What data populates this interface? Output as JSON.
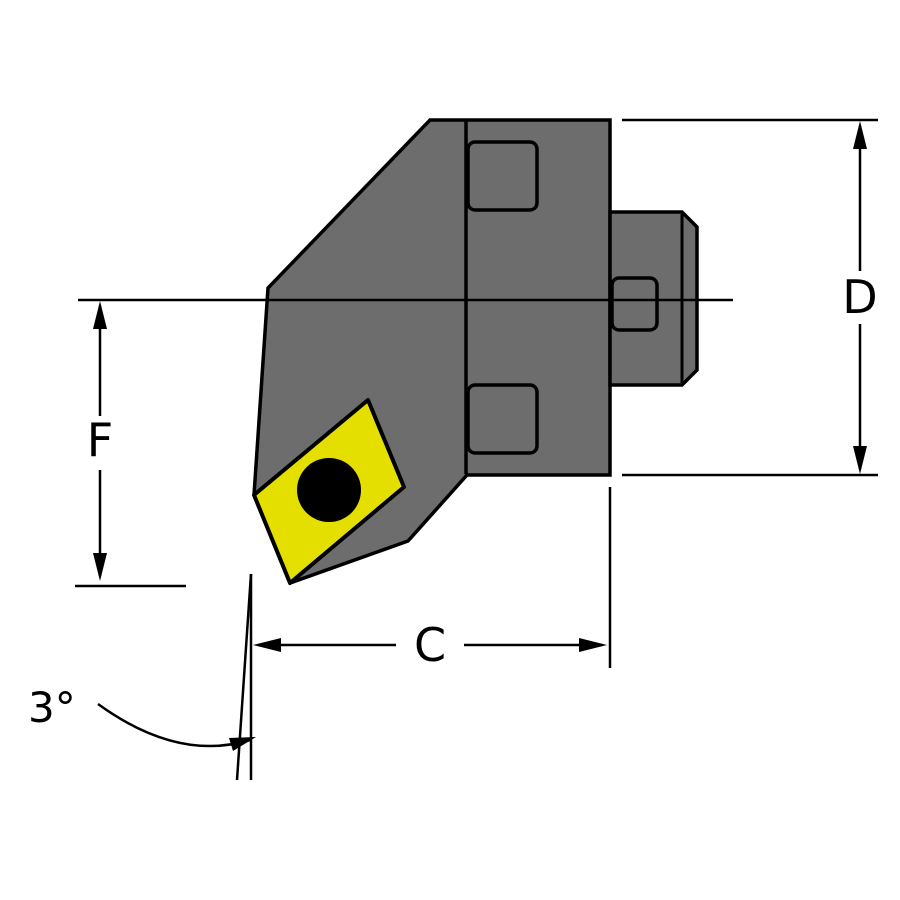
{
  "meta": {
    "description": "Technical dimension drawing of a lathe turning tool cutting head with a rhombic (diamond) carbide insert, showing dimensions D, F, C and a 3 degree lead clearance angle"
  },
  "colors": {
    "background": "#ffffff",
    "body": "#6d6d6d",
    "insert": "#e5df00",
    "hole": "#000000",
    "line": "#000000"
  },
  "labels": {
    "dim_d": "D",
    "dim_f": "F",
    "dim_c": "C",
    "angle": "3°"
  }
}
